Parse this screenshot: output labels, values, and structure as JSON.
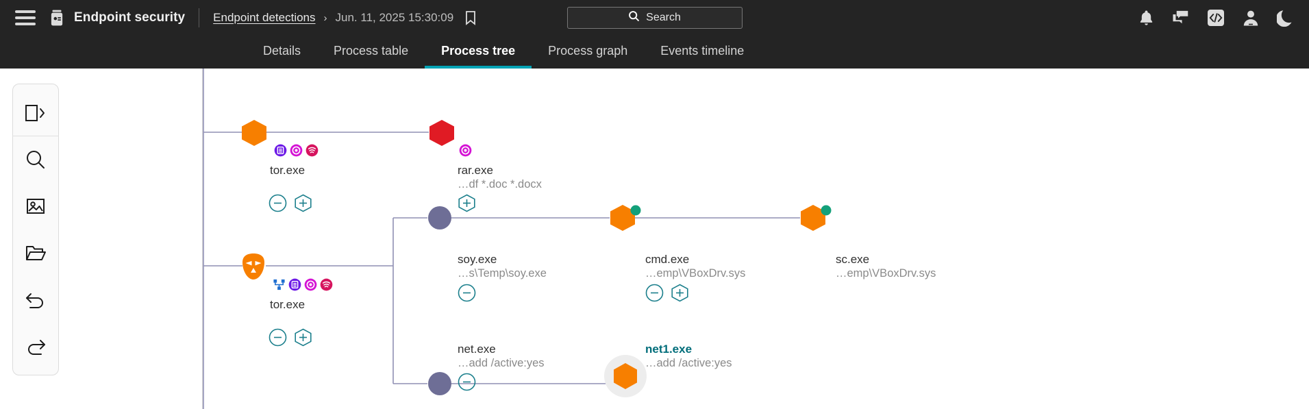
{
  "header": {
    "menu_icon": "hamburger-icon",
    "app_logo_icon": "endpoint-device-icon",
    "app_title": "Endpoint security",
    "breadcrumb_link": "Endpoint detections",
    "breadcrumb_separator": "›",
    "breadcrumb_timestamp": "Jun. 11, 2025 15:30:09",
    "bookmark_icon": "bookmark-icon",
    "search": {
      "placeholder": "Search",
      "icon": "search-icon"
    },
    "actions": [
      {
        "name": "notifications-icon",
        "label": "Notifications"
      },
      {
        "name": "messages-icon",
        "label": "Messages"
      },
      {
        "name": "code-icon",
        "label": "Developer"
      },
      {
        "name": "user-icon",
        "label": "Account"
      },
      {
        "name": "moon-icon",
        "label": "Dark mode"
      }
    ]
  },
  "tabs": [
    {
      "label": "Details",
      "active": false
    },
    {
      "label": "Process table",
      "active": false
    },
    {
      "label": "Process tree",
      "active": true
    },
    {
      "label": "Process graph",
      "active": false
    },
    {
      "label": "Events timeline",
      "active": false
    }
  ],
  "accent_color": "#00a3b5",
  "toolbar": {
    "items": [
      {
        "name": "expand-panel-icon",
        "label": "Expand panel"
      },
      {
        "name": "search-icon",
        "label": "Search"
      },
      {
        "name": "image-icon",
        "label": "Export image"
      },
      {
        "name": "folder-icon",
        "label": "Open"
      },
      {
        "name": "undo-icon",
        "label": "Undo"
      },
      {
        "name": "redo-icon",
        "label": "Redo"
      }
    ]
  },
  "tree": {
    "node_colors": {
      "orange": "#f77f00",
      "red": "#e01b24",
      "purple": "#6e6e96",
      "green_dot": "#14a07a",
      "edge": "#8f8fb4",
      "selected_halo": "#ededed"
    },
    "badge_colors": {
      "file": "#6c19e6",
      "target": "#d413d4",
      "network": "#d6145e",
      "tree": "#1f6fd0"
    },
    "nodes": [
      {
        "id": "tor1",
        "name": "tor.exe",
        "cmd": "",
        "shape": "hexagon",
        "color": "orange",
        "selected": false,
        "badges": [
          "file",
          "target",
          "network"
        ],
        "controls": [
          "collapse",
          "expand"
        ]
      },
      {
        "id": "rar",
        "name": "rar.exe",
        "cmd": "…df *.doc *.docx",
        "shape": "hexagon",
        "color": "red",
        "selected": false,
        "badges": [
          "target"
        ],
        "controls": [
          "expand"
        ]
      },
      {
        "id": "tor2",
        "name": "tor.exe",
        "cmd": "",
        "shape": "mask",
        "color": "orange",
        "selected": false,
        "badges": [
          "tree",
          "file",
          "target",
          "network"
        ],
        "controls": [
          "collapse",
          "expand"
        ]
      },
      {
        "id": "soy",
        "name": "soy.exe",
        "cmd": "…s\\Temp\\soy.exe",
        "shape": "circle",
        "color": "purple",
        "selected": false,
        "badges": [],
        "controls": [
          "collapse"
        ]
      },
      {
        "id": "cmd",
        "name": "cmd.exe",
        "cmd": "…emp\\VBoxDrv.sys",
        "shape": "hexagon",
        "color": "orange",
        "selected": false,
        "status_dot": true,
        "badges": [],
        "controls": [
          "collapse",
          "expand"
        ]
      },
      {
        "id": "sc",
        "name": "sc.exe",
        "cmd": "…emp\\VBoxDrv.sys",
        "shape": "hexagon",
        "color": "orange",
        "selected": false,
        "status_dot": true,
        "badges": [],
        "controls": []
      },
      {
        "id": "net",
        "name": "net.exe",
        "cmd": "…add /active:yes",
        "shape": "circle",
        "color": "purple",
        "selected": false,
        "badges": [],
        "controls": [
          "collapse"
        ]
      },
      {
        "id": "net1",
        "name": "net1.exe",
        "cmd": "…add /active:yes",
        "shape": "hexagon",
        "color": "orange",
        "selected": true,
        "badges": [],
        "controls": []
      }
    ]
  }
}
